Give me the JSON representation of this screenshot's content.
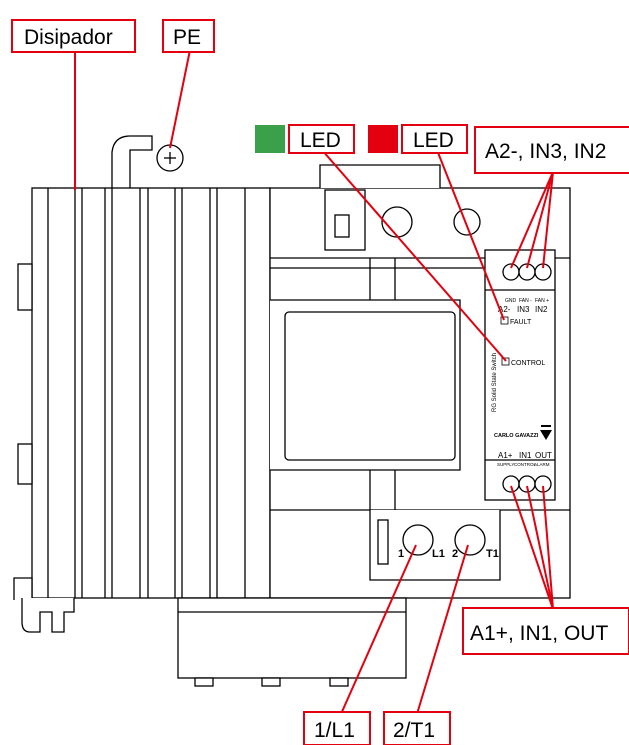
{
  "callouts": {
    "heatsink": "Disipador",
    "pe": "PE",
    "led_green": "LED",
    "led_red": "LED",
    "top_terminals": "A2-, IN3, IN2",
    "bottom_terminals": "A1+, IN1, OUT",
    "line_terminal": "1/L1",
    "load_terminal": "2/T1"
  },
  "colors": {
    "callout_border": "#e3000f",
    "leader_line": "#e3000f",
    "led_green": "#3aa04a",
    "led_red": "#e3000f",
    "outline": "#000000"
  },
  "device": {
    "brand": "CARLO GAVAZZI",
    "product": "RG Solid State Switch",
    "top_small": {
      "gnd": "GND",
      "fan1": "FAN -",
      "fan2": "FAN +"
    },
    "top_main": {
      "a2": "A2-",
      "in3": "IN3",
      "in2": "IN2"
    },
    "fault": "FAULT",
    "control": "CONTROL",
    "bottom_main": {
      "a1": "A1+",
      "in1": "IN1",
      "out": "OUT"
    },
    "bottom_small": {
      "supply": "SUPPLY",
      "control": "CONTROL",
      "alarm": "ALARM"
    },
    "l1_num": "1",
    "l1": "L1",
    "t1_num": "2",
    "t1": "T1"
  }
}
